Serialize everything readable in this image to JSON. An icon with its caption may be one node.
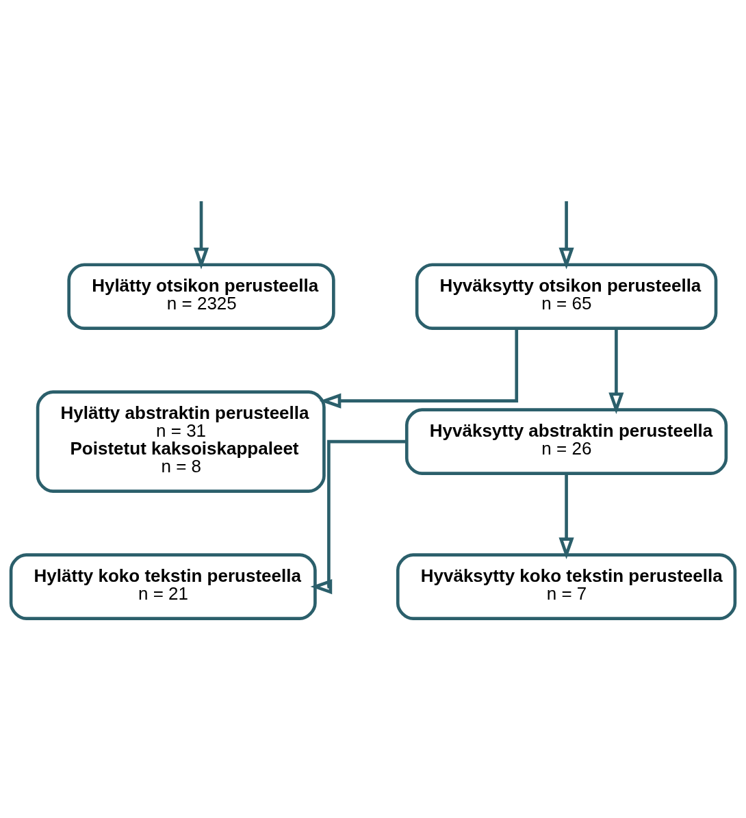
{
  "diagram": {
    "nodes": [
      {
        "text": [
          "Hylätty otsikon perusteella",
          "n = 2325"
        ]
      },
      {
        "text": [
          "Hyväksytty otsikon perusteella",
          "n = 65"
        ]
      },
      {
        "text": [
          "Hylätty abstraktin perusteella",
          "n = 31",
          "Poistetut kaksoiskappaleet",
          "n = 8"
        ]
      },
      {
        "text": [
          "Hyväksytty abstraktin perusteella",
          "n = 26"
        ]
      },
      {
        "text": [
          "Hylätty koko tekstin perusteella",
          "n = 21"
        ]
      },
      {
        "text": [
          "Hyväksytty koko tekstin perusteella",
          "n = 7"
        ]
      }
    ],
    "edges": [
      {
        "from": null,
        "to": 1,
        "arrow": "to"
      },
      {
        "from": null,
        "to": 0,
        "arrow": "to"
      },
      {
        "from": 1,
        "to": 3,
        "arrow": "to"
      },
      {
        "from": 1,
        "to": 2,
        "arrow": "to"
      },
      {
        "from": 3,
        "to": 5,
        "arrow": "to"
      },
      {
        "from": 3,
        "to": 4,
        "arrow": "to"
      }
    ]
  }
}
